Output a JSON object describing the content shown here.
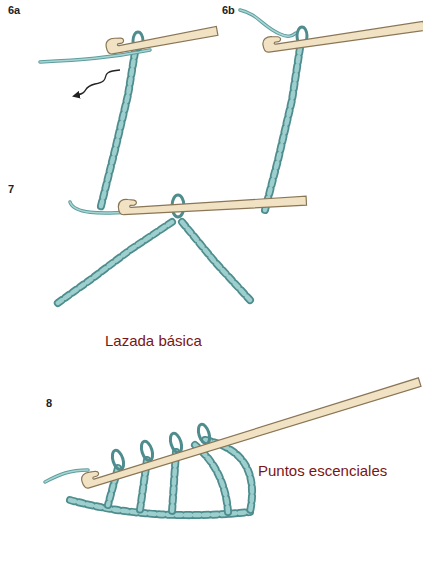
{
  "diagram": {
    "labels": [
      "6a",
      "6b",
      "7",
      "Lazada básica",
      "8",
      "Puntos escenciales"
    ]
  }
}
